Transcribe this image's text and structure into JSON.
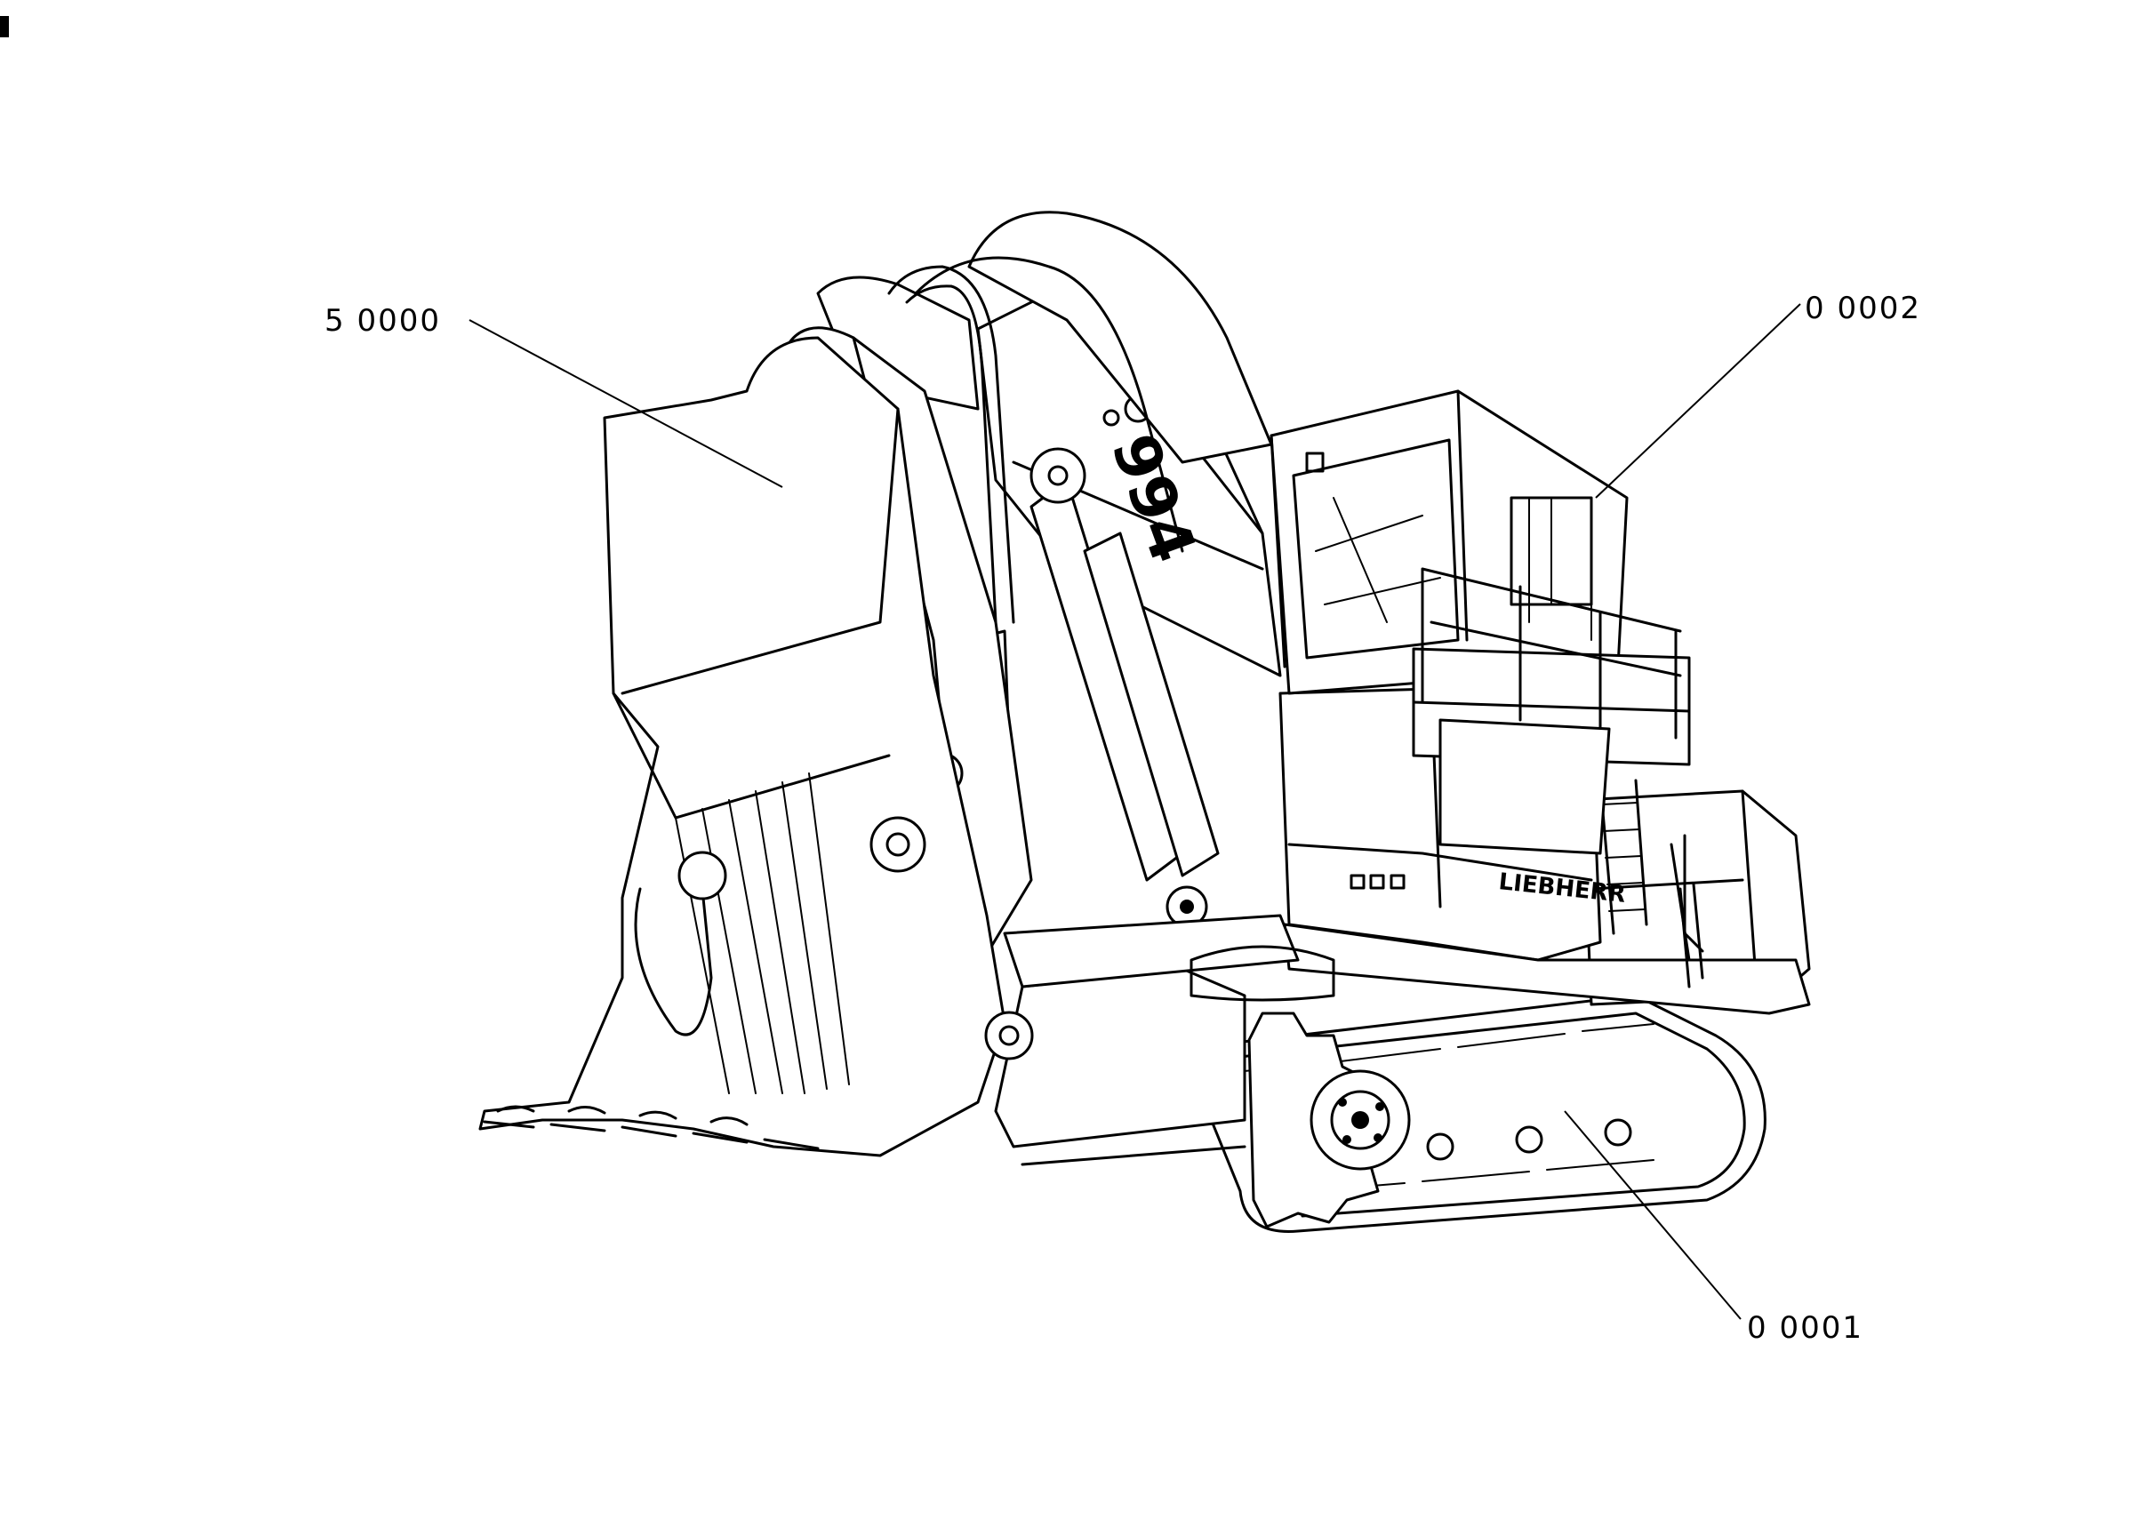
{
  "diagram": {
    "brand_lettering": "LIEBHERR",
    "boom_lettering": "994",
    "callouts": [
      {
        "id": "bucket",
        "label": "5 0000"
      },
      {
        "id": "uppercarriage",
        "label": "0 0002"
      },
      {
        "id": "undercarriage",
        "label": "0 0001"
      }
    ]
  },
  "colors": {
    "ink": "#000000",
    "paper": "#ffffff"
  }
}
